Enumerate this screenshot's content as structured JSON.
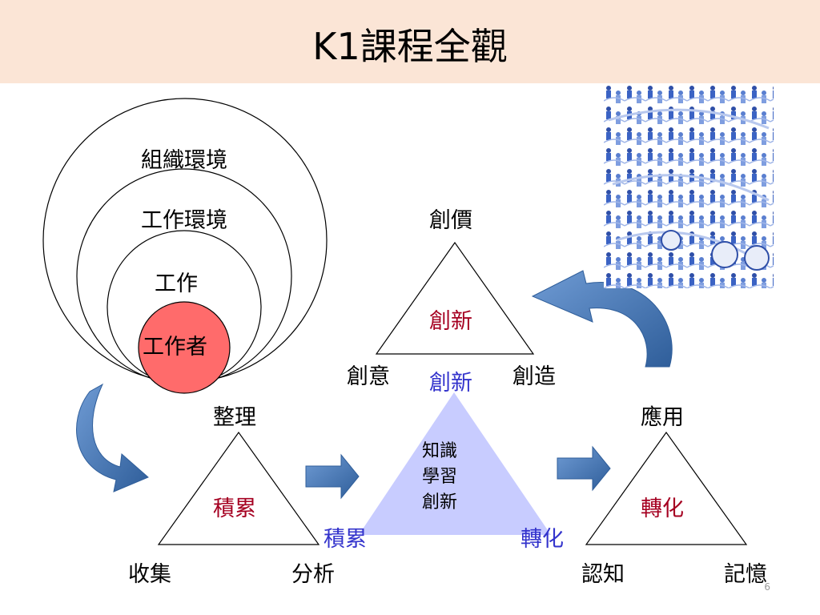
{
  "title": "K1課程全觀",
  "circles": {
    "outer": "組織環境",
    "middle": "工作環境",
    "inner": "工作",
    "core": "工作者"
  },
  "top_triangle": {
    "top": "創價",
    "center": "創新",
    "left": "創意",
    "right": "創造"
  },
  "left_triangle": {
    "top": "整理",
    "center": "積累",
    "left": "收集",
    "right": "分析"
  },
  "right_triangle": {
    "top": "應用",
    "center": "轉化",
    "left": "認知",
    "right": "記憶"
  },
  "center_triangle": {
    "top": "創新",
    "body_lines": [
      "知識",
      "學習",
      "創新"
    ],
    "left": "積累",
    "right": "轉化"
  },
  "page_number": "6",
  "colors": {
    "header_bg": "#fbe5d6",
    "core_fill": "#ff6b6b",
    "center_fill": "#c8ccff",
    "arrow": "#4a7ab8",
    "label_red": "#a50021",
    "label_blue": "#3333cc"
  },
  "image": {
    "icon": "people-network-illustration"
  }
}
